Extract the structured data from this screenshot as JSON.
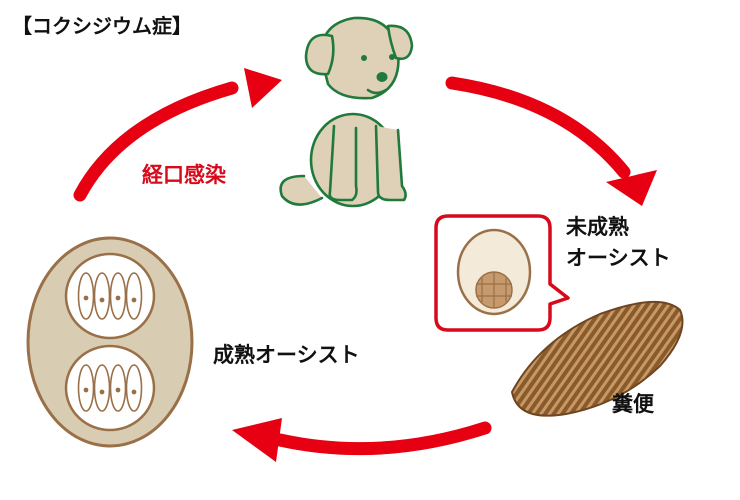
{
  "title": "【コクシジウム症】",
  "labels": {
    "oral_infection": "経口感染",
    "immature_line1": "未成熟",
    "immature_line2": "オーシスト",
    "mature_oocyst": "成熟オーシスト",
    "feces": "糞便"
  },
  "colors": {
    "arrow": "#e60012",
    "outline_green": "#1f7a3c",
    "dog_fill": "#dfd0b8",
    "oocyst_fill": "#d8cdb3",
    "oocyst_stroke": "#9a7048",
    "feces_fill": "#8b5a2b",
    "feces_stripe": "#c59866",
    "text": "#111111",
    "accent_text": "#d7091b"
  },
  "icons": [
    "puppy-icon",
    "immature-oocyst-icon",
    "mature-oocyst-icon",
    "feces-icon",
    "cycle-arrow-icon"
  ]
}
